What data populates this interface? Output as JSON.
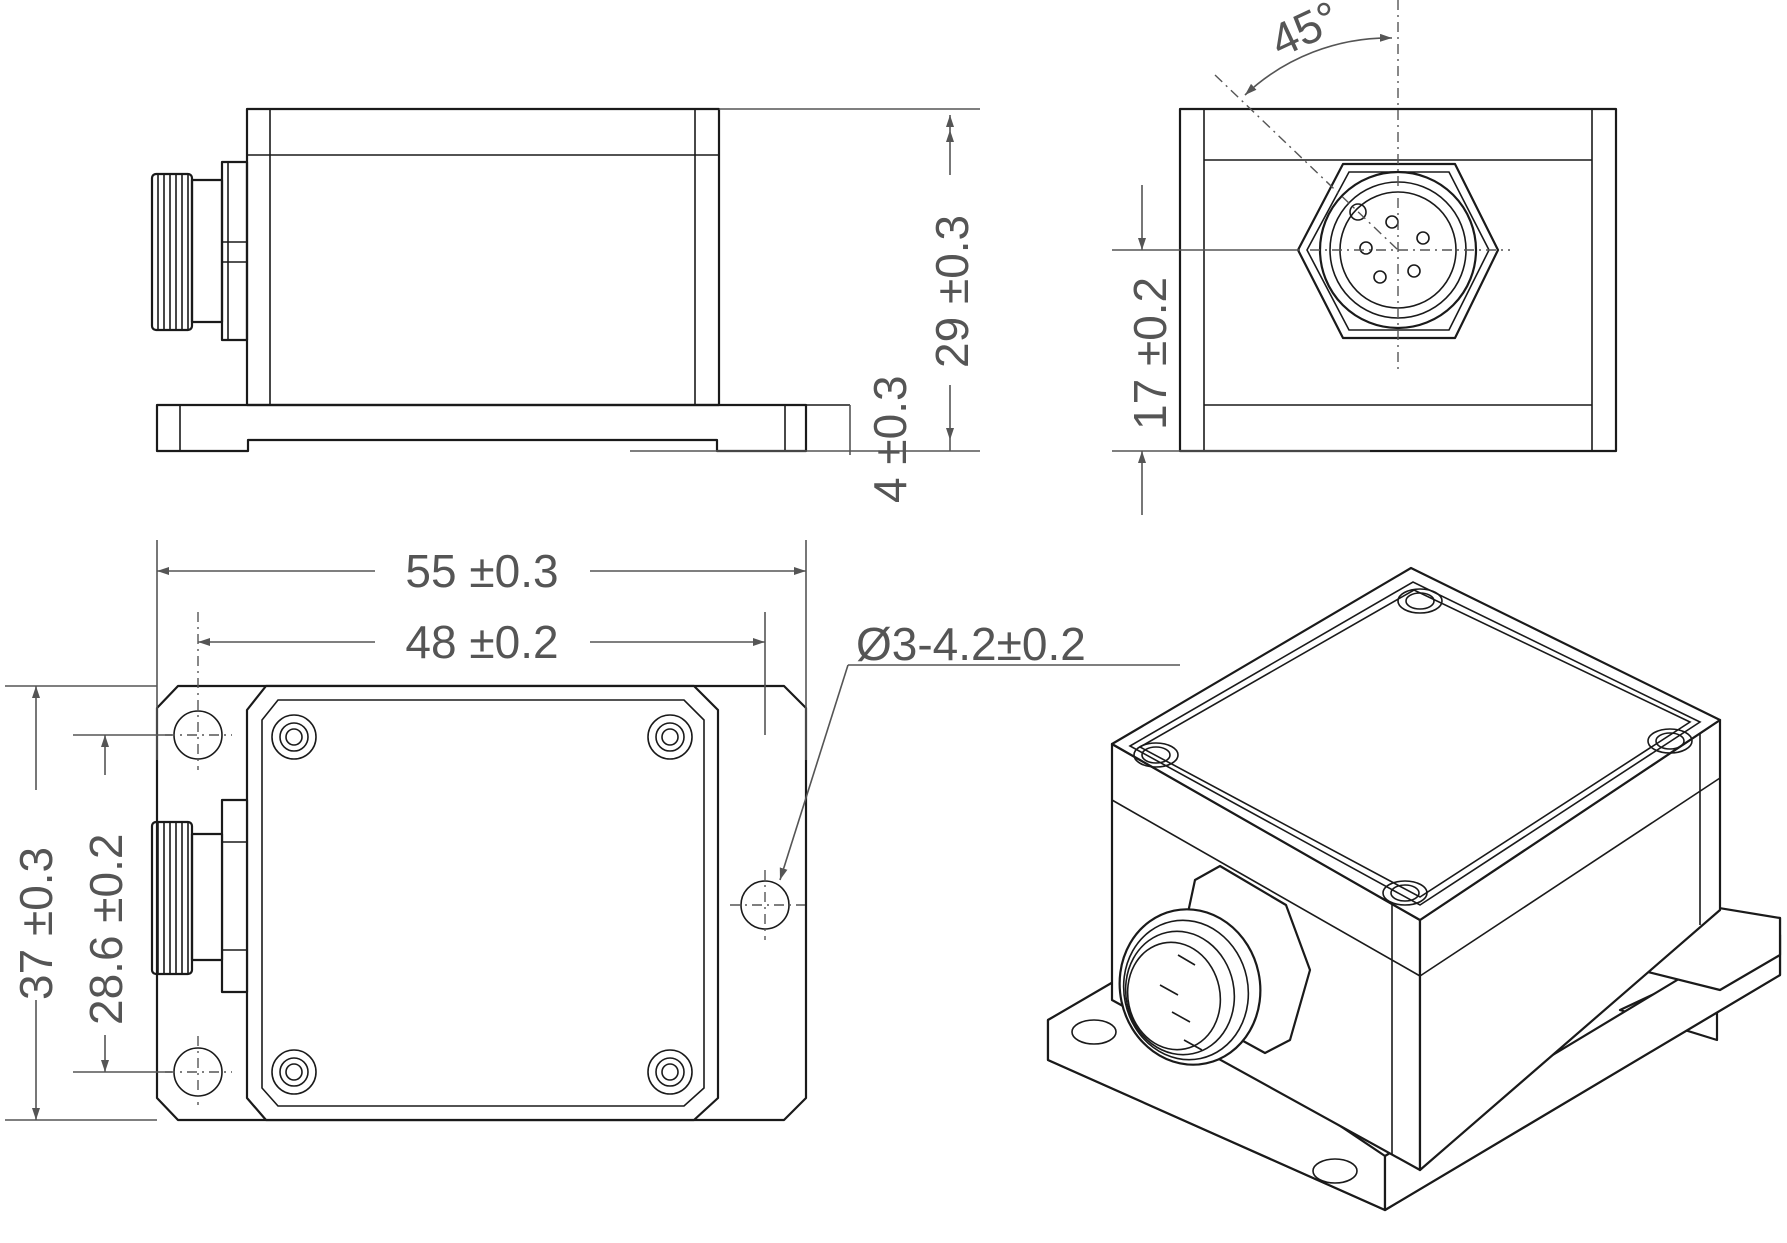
{
  "dimensions": {
    "height_total": "29 ±0.3",
    "base_thickness": "4 ±0.3",
    "connector_height": "17 ±0.2",
    "length_total": "55 ±0.3",
    "hole_spacing_x": "48 ±0.2",
    "width_total": "37 ±0.3",
    "hole_spacing_y": "28.6 ±0.2",
    "mounting_hole": "Ø3-4.2±0.2"
  },
  "angle": {
    "label": "45°"
  },
  "colors": {
    "line": "#1a1a1a",
    "dimension": "#555555",
    "background": "#ffffff"
  }
}
